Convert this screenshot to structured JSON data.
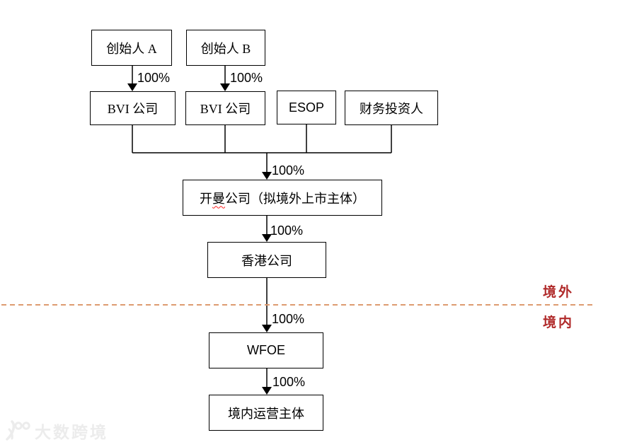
{
  "diagram": {
    "nodes": {
      "founder_a": "创始人 A",
      "founder_b": "创始人 B",
      "bvi_1": "BVI 公司",
      "bvi_2": "BVI 公司",
      "esop": "ESOP",
      "financial_investor": "财务投资人",
      "cayman_prefix": "开",
      "cayman_wavy": "曼",
      "cayman_suffix": "公司（拟境外上市主体）",
      "hongkong": "香港公司",
      "wfoe": "WFOE",
      "domestic_operating": "境内运营主体"
    },
    "edge_labels": {
      "founder_a_to_bvi": "100%",
      "founder_b_to_bvi": "100%",
      "group_to_cayman": "100%",
      "cayman_to_hongkong": "100%",
      "hongkong_to_wfoe": "100%",
      "wfoe_to_domestic": "100%"
    },
    "regions": {
      "offshore": "境外",
      "onshore": "境内"
    },
    "colors": {
      "line": "#000000",
      "divider_dashed": "#dd9b70",
      "region_label": "#b02a2a",
      "wavy_underline": "#ff2020",
      "watermark": "#ececec"
    },
    "watermark": {
      "logo": "100",
      "text": "大数跨境"
    }
  }
}
